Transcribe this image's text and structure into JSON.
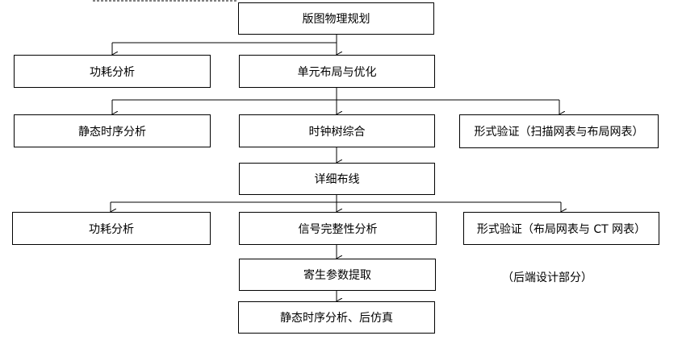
{
  "nodes": {
    "layout_planning": "版图物理规划",
    "power_analysis_1": "功耗分析",
    "cell_placement": "单元布局与优化",
    "sta_1": "静态时序分析",
    "cts": "时钟树综合",
    "formal_1": "形式验证（扫描网表与布局网表）",
    "detail_routing": "详细布线",
    "power_analysis_2": "功耗分析",
    "signal_integrity": "信号完整性分析",
    "formal_2": "形式验证（布局网表与 CT 网表）",
    "parasitic_extraction": "寄生参数提取",
    "sta_post_sim": "静态时序分析、后仿真"
  },
  "caption": "（后端设计部分）"
}
